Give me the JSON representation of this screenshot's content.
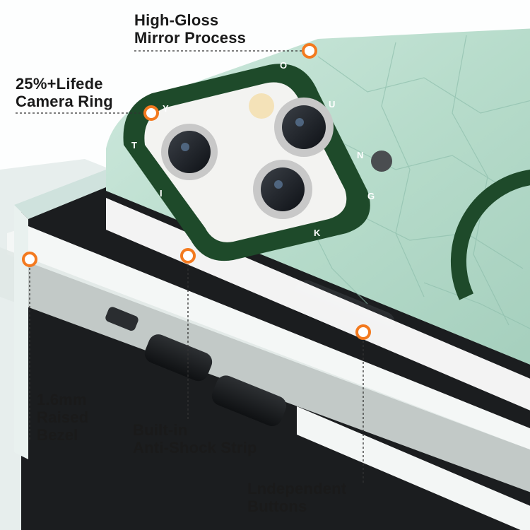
{
  "callouts": {
    "mirror": {
      "line1": "High-Gloss",
      "line2": "Mirror Process"
    },
    "camera_ring": {
      "line1": "25%+Lifede",
      "line2": "Camera Ring"
    },
    "bezel": {
      "line1": "1.6mm",
      "line2": "Raised",
      "line3": "Bezel"
    },
    "shock_strip": {
      "line1": "Built-in",
      "line2": "Anti-Shock Strip"
    },
    "buttons": {
      "line1": "Lndependent",
      "line2": "Buttons"
    }
  },
  "camera_ring_letters": [
    "T",
    "Y",
    "O",
    "U",
    "N",
    "G",
    "K",
    "I"
  ],
  "colors": {
    "marker_orange": "#f37a1f",
    "ring_green": "#1e4a2a",
    "case_mint": "#b9dccd",
    "frame_white": "#eef3f2"
  }
}
